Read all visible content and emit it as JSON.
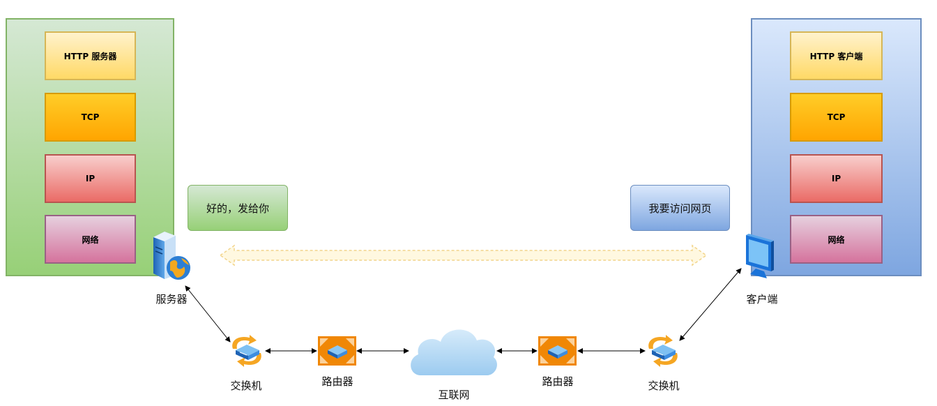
{
  "server_stack": {
    "layers": [
      "HTTP 服务器",
      "TCP",
      "IP",
      "网络"
    ]
  },
  "client_stack": {
    "layers": [
      "HTTP 客户端",
      "TCP",
      "IP",
      "网络"
    ]
  },
  "messages": {
    "server_reply": "好的，发给你",
    "client_request": "我要访问网页"
  },
  "nodes": {
    "server": "服务器",
    "client": "客户端",
    "switch_left": "交换机",
    "router_left": "路由器",
    "internet": "互联网",
    "router_right": "路由器",
    "switch_right": "交换机"
  },
  "icons": {
    "server": "server-icon",
    "client": "monitor-icon",
    "switch": "switch-icon",
    "router": "router-icon",
    "internet": "cloud-icon"
  },
  "colors": {
    "server_stack": "#97d077",
    "client_stack": "#7ea6e0",
    "http": "#ffd966",
    "tcp": "#ffa500",
    "ip": "#ea6b66",
    "network": "#d5739d",
    "router": "#f08705",
    "cloud": "#bcdcf5"
  }
}
